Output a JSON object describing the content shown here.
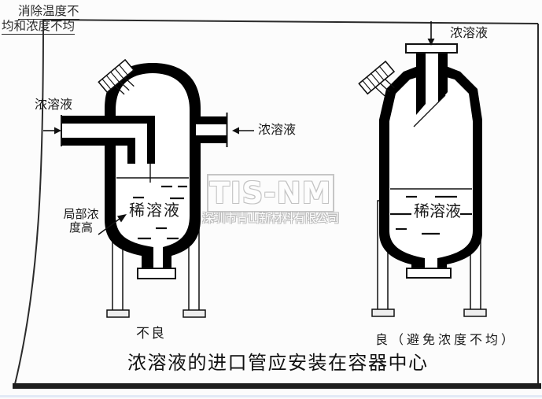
{
  "header": {
    "note_line1": "消除温度不",
    "note_line2": "均和浓度不均"
  },
  "diagram": {
    "left_vessel": {
      "inlet_left_label": "浓溶液",
      "inlet_right_label": "浓溶液",
      "content_label": "稀溶液",
      "annotation_local_concentration": "局部浓度高",
      "verdict": "不良"
    },
    "right_vessel": {
      "inlet_top_label": "浓溶液",
      "content_label": "稀溶液",
      "verdict": "良（避免浓度不均）"
    },
    "caption": "浓溶液的进口管应安装在容器中心"
  },
  "watermark": {
    "logo": "TIS-NM",
    "company": "深圳市青山新材料有限公司"
  },
  "colors": {
    "ink": "#000000",
    "frame": "#2b2b2b",
    "watermark_gray": "#c2c2c2"
  }
}
